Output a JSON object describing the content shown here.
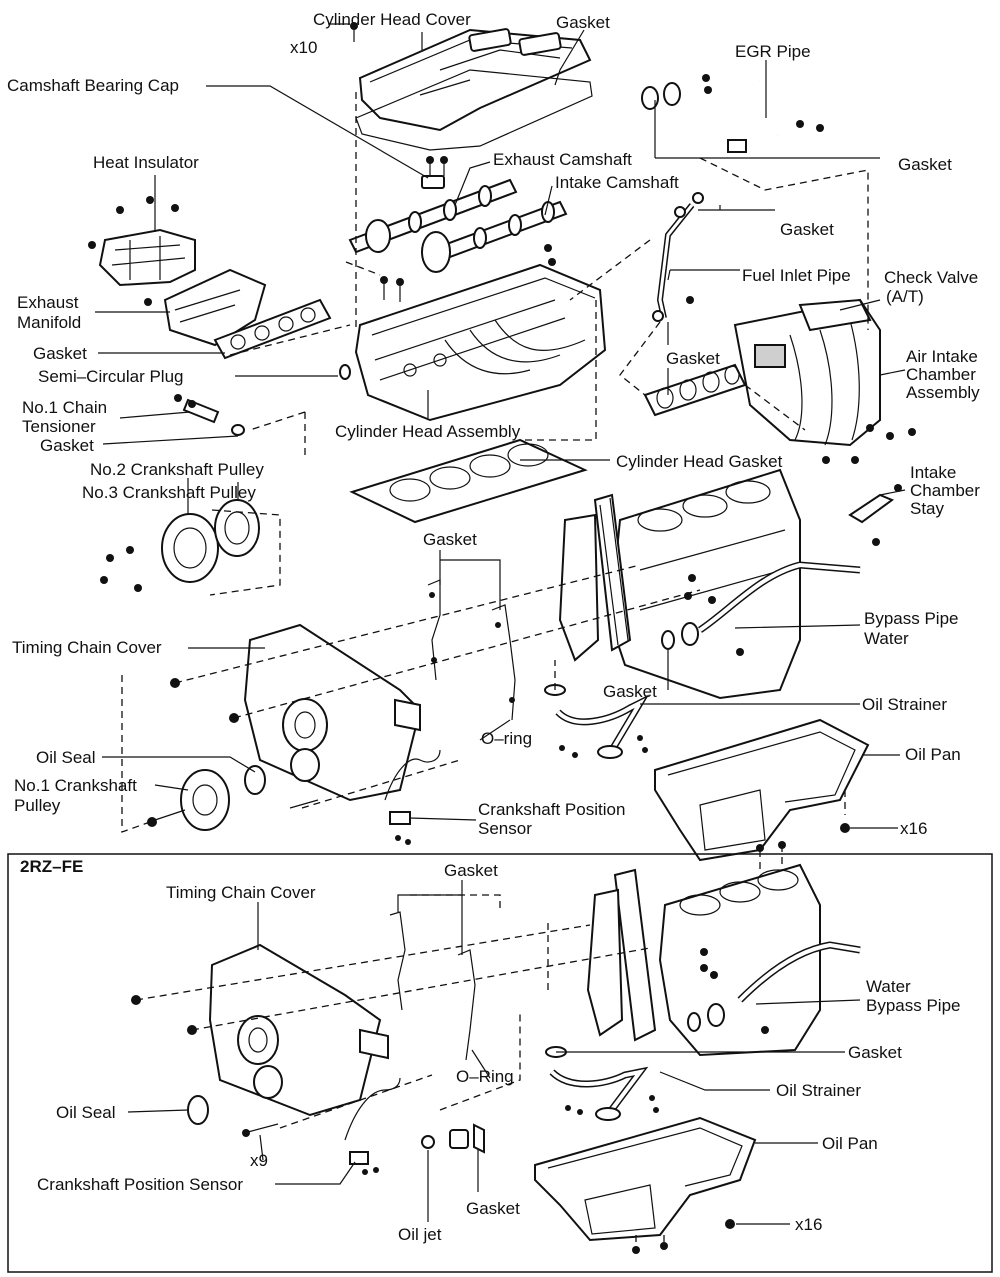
{
  "labels": {
    "cylinder_head_cover": "Cylinder Head Cover",
    "gasket_top": "Gasket",
    "x10": "x10",
    "egr_pipe": "EGR Pipe",
    "camshaft_bearing_cap": "Camshaft Bearing Cap",
    "gasket_egr": "Gasket",
    "heat_insulator": "Heat Insulator",
    "exhaust_camshaft": "Exhaust Camshaft",
    "intake_camshaft": "Intake Camshaft",
    "gasket_fuel": "Gasket",
    "exhaust_manifold_1": "Exhaust",
    "exhaust_manifold_2": "Manifold",
    "fuel_inlet_pipe": "Fuel Inlet Pipe",
    "check_valve_1": "Check Valve",
    "check_valve_2": "(A/T)",
    "gasket_exhaust": "Gasket",
    "semi_circular_plug": "Semi–Circular Plug",
    "gasket_intake": "Gasket",
    "air_intake_1": "Air Intake",
    "air_intake_2": "Chamber",
    "air_intake_3": "Assembly",
    "chain_tensioner_1": "No.1 Chain",
    "chain_tensioner_2": "Tensioner",
    "gasket_tensioner": "Gasket",
    "cylinder_head_assembly": "Cylinder Head Assembly",
    "crank_pulley_2": "No.2 Crankshaft Pulley",
    "cylinder_head_gasket": "Cylinder Head Gasket",
    "crank_pulley_3": "No.3 Crankshaft Pulley",
    "intake_stay_1": "Intake",
    "intake_stay_2": "Chamber",
    "intake_stay_3": "Stay",
    "gasket_chain_cover": "Gasket",
    "timing_chain_cover": "Timing Chain Cover",
    "bypass_pipe_1": "Bypass Pipe",
    "bypass_pipe_2": "Water",
    "gasket_bypass": "Gasket",
    "oil_strainer": "Oil Strainer",
    "oil_seal": "Oil Seal",
    "o_ring": "O–ring",
    "oil_pan": "Oil Pan",
    "crank_pulley_1a": "No.1 Crankshaft",
    "crank_pulley_1b": "Pulley",
    "crank_pos_sensor_1": "Crankshaft Position",
    "crank_pos_sensor_2": "Sensor",
    "x16_top": "x16",
    "inset_title": "2RZ–FE",
    "inset_gasket_top": "Gasket",
    "inset_timing_chain_cover": "Timing Chain Cover",
    "inset_water_bypass_1": "Water",
    "inset_water_bypass_2": "Bypass Pipe",
    "inset_o_ring": "O–Ring",
    "inset_gasket_strainer": "Gasket",
    "inset_oil_strainer": "Oil Strainer",
    "inset_oil_seal": "Oil Seal",
    "inset_oil_pan": "Oil Pan",
    "inset_x9": "x9",
    "inset_crank_pos_sensor": "Crankshaft Position Sensor",
    "inset_gasket_jet": "Gasket",
    "inset_x16": "x16",
    "inset_oil_jet": "Oil jet"
  }
}
